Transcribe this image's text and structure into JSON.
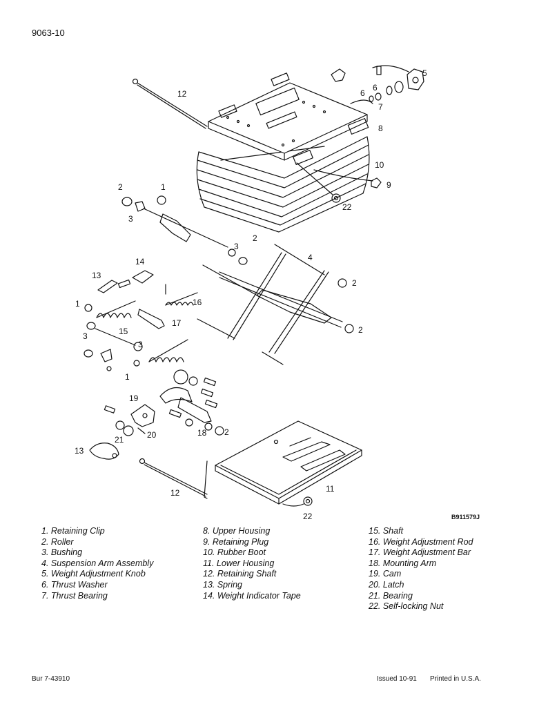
{
  "document_code": "9063-10",
  "figure_id": "B911579J",
  "callouts": [
    {
      "label": "12"
    },
    {
      "label": "5"
    },
    {
      "label": "6"
    },
    {
      "label": "6"
    },
    {
      "label": "7"
    },
    {
      "label": "8"
    },
    {
      "label": "10"
    },
    {
      "label": "9"
    },
    {
      "label": "22"
    },
    {
      "label": "2"
    },
    {
      "label": "1"
    },
    {
      "label": "3"
    },
    {
      "label": "2"
    },
    {
      "label": "3"
    },
    {
      "label": "4"
    },
    {
      "label": "14"
    },
    {
      "label": "13"
    },
    {
      "label": "2"
    },
    {
      "label": "16"
    },
    {
      "label": "1"
    },
    {
      "label": "17"
    },
    {
      "label": "2"
    },
    {
      "label": "15"
    },
    {
      "label": "3"
    },
    {
      "label": "3"
    },
    {
      "label": "1"
    },
    {
      "label": "19"
    },
    {
      "label": "18"
    },
    {
      "label": "2"
    },
    {
      "label": "20"
    },
    {
      "label": "21"
    },
    {
      "label": "13"
    },
    {
      "label": "12"
    },
    {
      "label": "11"
    },
    {
      "label": "22"
    }
  ],
  "legend": {
    "column1": [
      "1. Retaining Clip",
      "2. Roller",
      "3. Bushing",
      "4. Suspension Arm Assembly",
      "5. Weight Adjustment Knob",
      "6. Thrust Washer",
      "7. Thrust Bearing"
    ],
    "column2": [
      "8. Upper Housing",
      "9. Retaining Plug",
      "10. Rubber Boot",
      "11. Lower Housing",
      "12. Retaining Shaft",
      "13. Spring",
      "14. Weight Indicator Tape"
    ],
    "column3": [
      "15. Shaft",
      "16. Weight Adjustment Rod",
      "17. Weight Adjustment Bar",
      "18. Mounting Arm",
      "19. Cam",
      "20. Latch",
      "21. Bearing",
      "22. Self-locking Nut"
    ]
  },
  "footer": {
    "left": "Bur 7-43910",
    "issued": "Issued 10-91",
    "printed": "Printed in U.S.A."
  }
}
